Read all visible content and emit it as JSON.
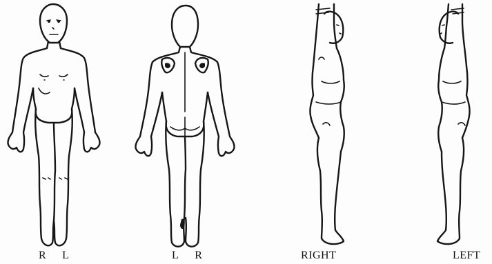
{
  "figures": {
    "front": {
      "side_left": "R",
      "side_right": "L"
    },
    "back": {
      "side_left": "L",
      "side_right": "R"
    },
    "right": {
      "label": "RIGHT"
    },
    "left": {
      "label": "LEFT"
    }
  }
}
